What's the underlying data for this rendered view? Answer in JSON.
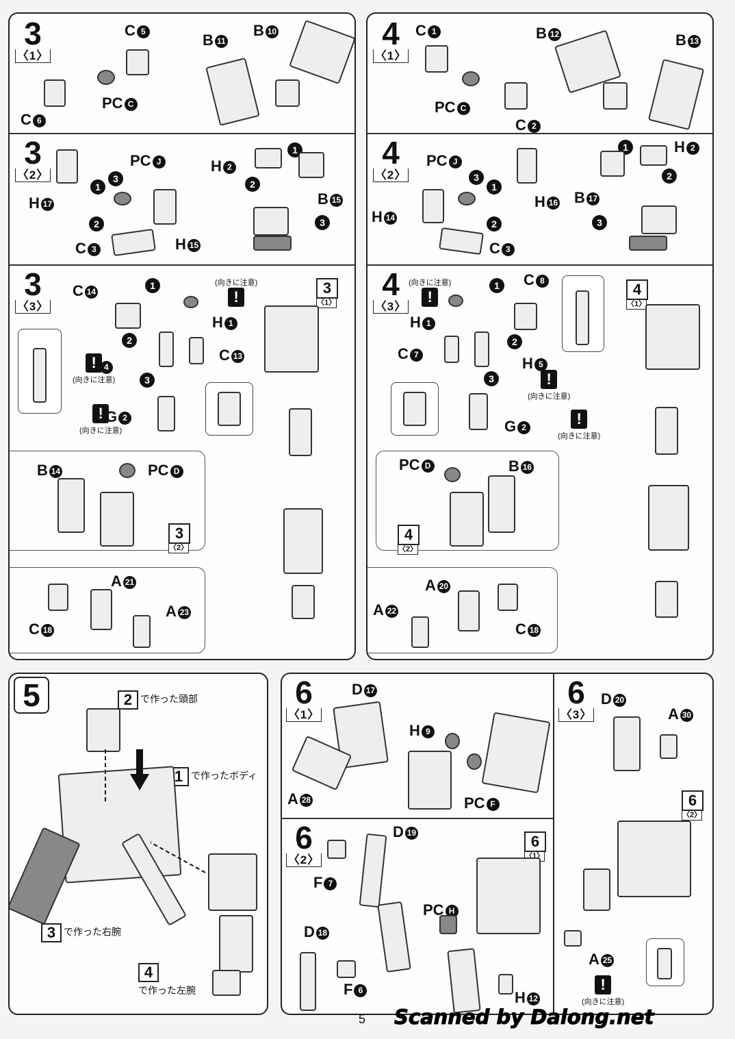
{
  "steps": {
    "s3_1": {
      "num": "3",
      "sub": "〈1〉",
      "labels": {
        "c5": "C",
        "c5n": "5",
        "b11": "B",
        "b11n": "11",
        "b10": "B",
        "b10n": "10",
        "pcc": "PC",
        "pccn": "C",
        "c6": "C",
        "c6n": "6"
      }
    },
    "s4_1": {
      "num": "4",
      "sub": "〈1〉",
      "labels": {
        "c1": "C",
        "c1n": "1",
        "b12": "B",
        "b12n": "12",
        "b13": "B",
        "b13n": "13",
        "pcc": "PC",
        "pccn": "C",
        "c2": "C",
        "c2n": "2"
      }
    },
    "s3_2": {
      "num": "3",
      "sub": "〈2〉",
      "labels": {
        "h2": "H",
        "h2n": "2",
        "pcj": "PC",
        "pcjn": "J",
        "b15": "B",
        "b15n": "15",
        "h17": "H",
        "h17n": "17",
        "h15": "H",
        "h15n": "15",
        "c3": "C",
        "c3n": "3"
      }
    },
    "s4_2": {
      "num": "4",
      "sub": "〈2〉",
      "labels": {
        "h2": "H",
        "h2n": "2",
        "pcj": "PC",
        "pcjn": "J",
        "b17": "B",
        "b17n": "17",
        "h16": "H",
        "h16n": "16",
        "h14": "H",
        "h14n": "14",
        "c3": "C",
        "c3n": "3"
      }
    },
    "s3_3": {
      "num": "3",
      "sub": "〈3〉",
      "labels": {
        "c14": "C",
        "c14n": "14",
        "h1": "H",
        "h1n": "1",
        "c13": "C",
        "c13n": "13",
        "h4": "H",
        "h4n": "4",
        "g2": "G",
        "g2n": "2",
        "b14": "B",
        "b14n": "14",
        "pcd": "PC",
        "pcdn": "D",
        "a21": "A",
        "a21n": "21",
        "a23": "A",
        "a23n": "23",
        "c18": "C",
        "c18n": "18"
      }
    },
    "s4_3": {
      "num": "4",
      "sub": "〈3〉",
      "labels": {
        "c8": "C",
        "c8n": "8",
        "h1": "H",
        "h1n": "1",
        "c7": "C",
        "c7n": "7",
        "h5": "H",
        "h5n": "5",
        "g2": "G",
        "g2n": "2",
        "pcd": "PC",
        "pcdn": "D",
        "b16": "B",
        "b16n": "16",
        "a20": "A",
        "a20n": "20",
        "a22": "A",
        "a22n": "22",
        "c18": "C",
        "c18n": "18"
      }
    },
    "s5": {
      "num": "5",
      "made_head": "で作った頭部",
      "made_body": "で作ったボディ",
      "made_right": "で作った右腕",
      "made_left": "で作った左腕",
      "ref2": "2",
      "ref1": "1",
      "ref3": "3",
      "ref4": "4"
    },
    "s6_1": {
      "num": "6",
      "sub": "〈1〉",
      "labels": {
        "d17": "D",
        "d17n": "17",
        "h9": "H",
        "h9n": "9",
        "a28": "A",
        "a28n": "28",
        "pcf": "PC",
        "pcfn": "F"
      }
    },
    "s6_2": {
      "num": "6",
      "sub": "〈2〉",
      "labels": {
        "d19": "D",
        "d19n": "19",
        "f7": "F",
        "f7n": "7",
        "pch": "PC",
        "pchn": "H",
        "d18": "D",
        "d18n": "18",
        "f6": "F",
        "f6n": "6",
        "h12": "H",
        "h12n": "12"
      }
    },
    "s6_3": {
      "num": "6",
      "sub": "〈3〉",
      "labels": {
        "d20": "D",
        "d20n": "20",
        "a30": "A",
        "a30n": "30",
        "a25": "A",
        "a25n": "25"
      }
    }
  },
  "refs": {
    "r31": {
      "n": "3",
      "s": "〈1〉"
    },
    "r32": {
      "n": "3",
      "s": "〈2〉"
    },
    "r41": {
      "n": "4",
      "s": "〈1〉"
    },
    "r42": {
      "n": "4",
      "s": "〈2〉"
    },
    "r61": {
      "n": "6",
      "s": "〈1〉"
    },
    "r62": {
      "n": "6",
      "s": "〈2〉"
    }
  },
  "arrow_nums": {
    "one": "1",
    "two": "2",
    "three": "3"
  },
  "warning": {
    "mark": "!",
    "text": "(向きに注意)"
  },
  "page_number": "5",
  "watermark": "Scanned by Dalong.net"
}
